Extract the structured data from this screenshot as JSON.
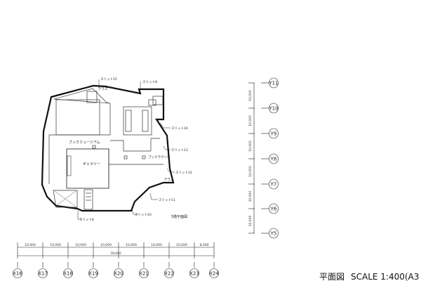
{
  "plan": {
    "title": "5階平面図",
    "rooms": {
      "book_museum": "ブックミュージアム",
      "gallery": "ギャラリー",
      "book_lounge": "ブックラウンジ",
      "terrace_top": "テラス",
      "terrace_right": "テラス"
    },
    "slits": [
      "スリット15",
      "スリット8",
      "スリット14",
      "スリット13",
      "スリット12",
      "スリット11",
      "スリット10",
      "スリット6"
    ]
  },
  "x_axis": {
    "spans": [
      "10,000",
      "10,000",
      "10,000",
      "10,000",
      "10,000",
      "10,000",
      "10,000",
      "8,000"
    ],
    "total": "78,000",
    "grids": [
      "X16",
      "X17",
      "X18",
      "X19",
      "X20",
      "X21",
      "X22",
      "X23",
      "X24"
    ]
  },
  "y_axis": {
    "spans": [
      "10,000",
      "10,000",
      "10,000",
      "10,000",
      "10,000",
      "10,000"
    ],
    "grids": [
      "Y11",
      "Y10",
      "Y9",
      "Y8",
      "Y7",
      "Y6",
      "Y5"
    ]
  },
  "footer": {
    "sheet_title": "平面図",
    "scale": "SCALE 1:400(A3"
  }
}
